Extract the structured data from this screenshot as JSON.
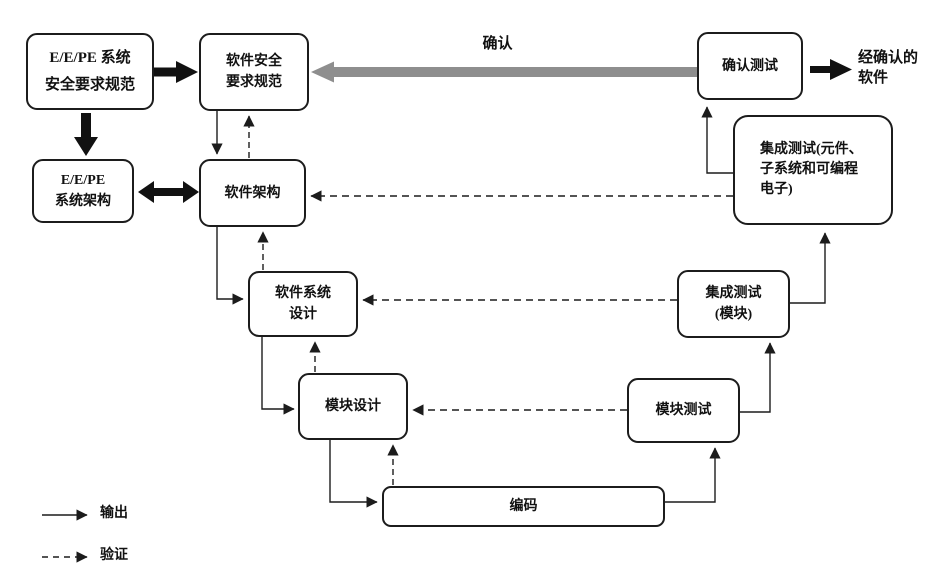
{
  "diagram": {
    "type": "flowchart-v-model",
    "language": "zh-CN",
    "nodes": {
      "eepe_srs": {
        "line1": "E/E/PE 系统",
        "line2": "安全要求规范"
      },
      "eepe_arch": {
        "line1": "E/E/PE",
        "line2": "系统架构"
      },
      "sw_srs": {
        "line1": "软件安全",
        "line2": "要求规范"
      },
      "sw_arch": {
        "label": "软件架构"
      },
      "sw_sys_design": {
        "line1": "软件系统",
        "line2": "设计"
      },
      "module_design": {
        "label": "模块设计"
      },
      "coding": {
        "label": "编码"
      },
      "module_test": {
        "label": "模块测试"
      },
      "integration_test_module": {
        "line1": "集成测试",
        "line2": "(模块)"
      },
      "integration_test_pe": {
        "line1": "集成测试(元件、",
        "line2": "子系统和可编程",
        "line3": "电子)"
      },
      "validation_test": {
        "label": "确认测试"
      },
      "validated_software": {
        "line1": "经确认的",
        "line2": "软件"
      }
    },
    "labels": {
      "validation_arrow": "确认"
    },
    "legend": {
      "output": "输出",
      "verification": "验证"
    },
    "colors": {
      "line": "#1c1c1c",
      "validation_arrow_gray": "#8e8e8e",
      "background": "#ffffff"
    }
  }
}
